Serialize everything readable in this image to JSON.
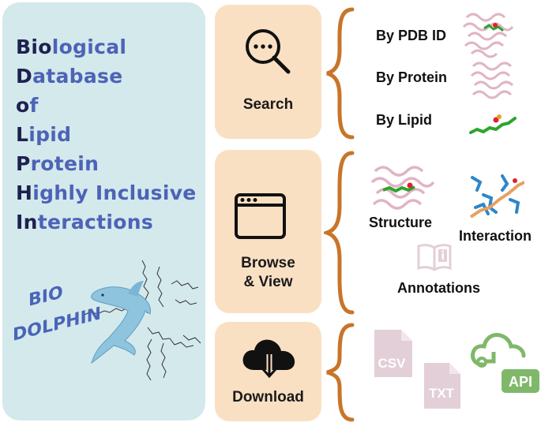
{
  "title_acronym": [
    {
      "hl": "Bio",
      "rest": "logical"
    },
    {
      "hl": "D",
      "rest": "atabase"
    },
    {
      "hl": "o",
      "rest": "f"
    },
    {
      "hl": "L",
      "rest": "ipid"
    },
    {
      "hl": "P",
      "rest": "rotein"
    },
    {
      "hl": "H",
      "rest": "ighly Inclusive"
    },
    {
      "hl": "In",
      "rest": "teractions"
    }
  ],
  "logo": {
    "line1": "BIO",
    "line2": "DOLPHIN"
  },
  "sections": {
    "search": {
      "label": "Search",
      "items": [
        "By PDB ID",
        "By Protein",
        "By Lipid"
      ]
    },
    "browse": {
      "label": "Browse\n& View",
      "line1": "Browse",
      "line2": "& View",
      "items": [
        "Structure",
        "Interaction",
        "Annotations"
      ]
    },
    "download": {
      "label": "Download",
      "formats": [
        "CSV",
        "TXT",
        "API"
      ]
    }
  },
  "colors": {
    "left_panel": "#d3e9ec",
    "card": "#fae0c3",
    "brace": "#c8752a",
    "acronym_highlight": "#1e2150",
    "acronym_text": "#4d63b6",
    "file_icon": "#e3cfd8",
    "api": "#7fb86a"
  },
  "icons": [
    "magnifier-icon",
    "browser-window-icon",
    "cloud-download-icon",
    "book-info-icon",
    "csv-file-icon",
    "txt-file-icon",
    "cloud-api-icon"
  ]
}
